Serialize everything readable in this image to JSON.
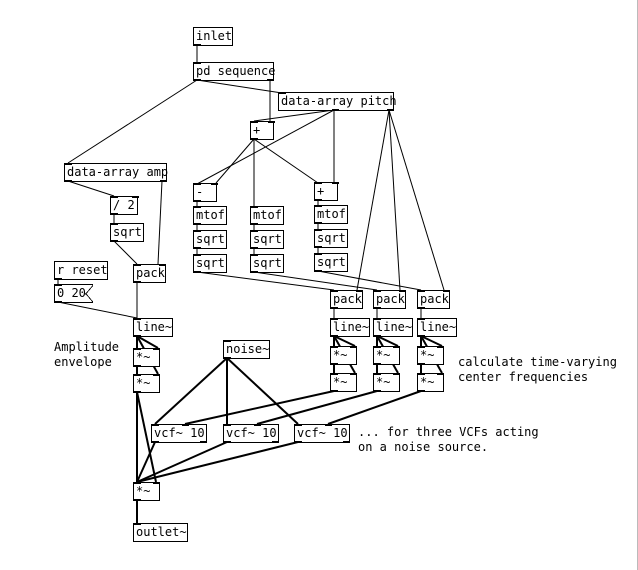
{
  "objects": {
    "inlet": "inlet",
    "pd_sequence": "pd sequence",
    "data_array_pitch": "data-array pitch",
    "plus_top": "+",
    "data_array_amp": "data-array amp",
    "minus": "-",
    "plus_right": "+",
    "mtof_1": "mtof",
    "mtof_2": "mtof",
    "mtof_3": "mtof",
    "div_2": "/ 2",
    "sqrt_amp": "sqrt",
    "sqrt_1a": "sqrt",
    "sqrt_1b": "sqrt",
    "sqrt_2a": "sqrt",
    "sqrt_2b": "sqrt",
    "sqrt_3a": "sqrt",
    "sqrt_3b": "sqrt",
    "r_reset": "r reset",
    "msg_0_20": "0 20",
    "pack_amp": "pack",
    "pack_1": "pack",
    "pack_2": "pack",
    "pack_3": "pack",
    "line_amp": "line~",
    "line_1": "line~",
    "line_2": "line~",
    "line_3": "line~",
    "mul_amp_a": "*~",
    "mul_amp_b": "*~",
    "mul_1a": "*~",
    "mul_1b": "*~",
    "mul_2a": "*~",
    "mul_2b": "*~",
    "mul_3a": "*~",
    "mul_3b": "*~",
    "noise": "noise~",
    "vcf_1": "vcf~ 10",
    "vcf_2": "vcf~ 10",
    "vcf_3": "vcf~ 10",
    "mul_out": "*~",
    "outlet": "outlet~"
  },
  "comments": {
    "amplitude_envelope": "Amplitude\nenvelope",
    "center_freqs": "calculate time-varying\ncenter frequencies",
    "three_vcfs": "... for three VCFs acting\non a noise source."
  }
}
